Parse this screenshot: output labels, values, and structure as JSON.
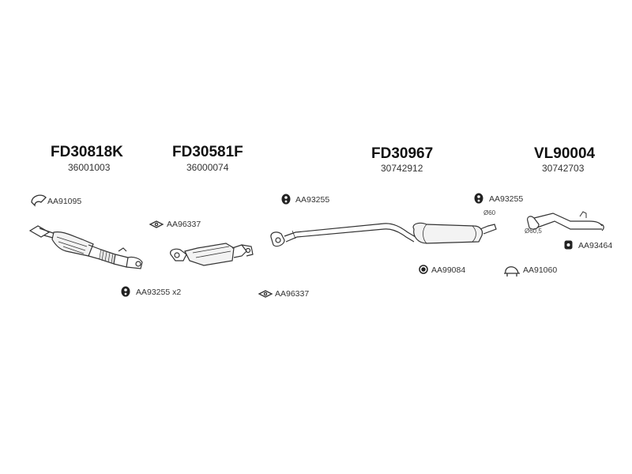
{
  "parts": [
    {
      "code": "FD30818K",
      "number": "36001003"
    },
    {
      "code": "FD30581F",
      "number": "36000074"
    },
    {
      "code": "FD30967",
      "number": "30742912"
    },
    {
      "code": "VL90004",
      "number": "30742703"
    }
  ],
  "accessories": {
    "a1": "AA91095",
    "a2": "AA96337",
    "a3": "AA93255",
    "a4": "AA93255",
    "a5": "AA93255 x2",
    "a6": "AA96337",
    "a7": "AA99084",
    "a8": "AA91060",
    "a9": "AA93464"
  },
  "dimensions": {
    "d1": "Ø60",
    "d2": "Ø60,5"
  }
}
